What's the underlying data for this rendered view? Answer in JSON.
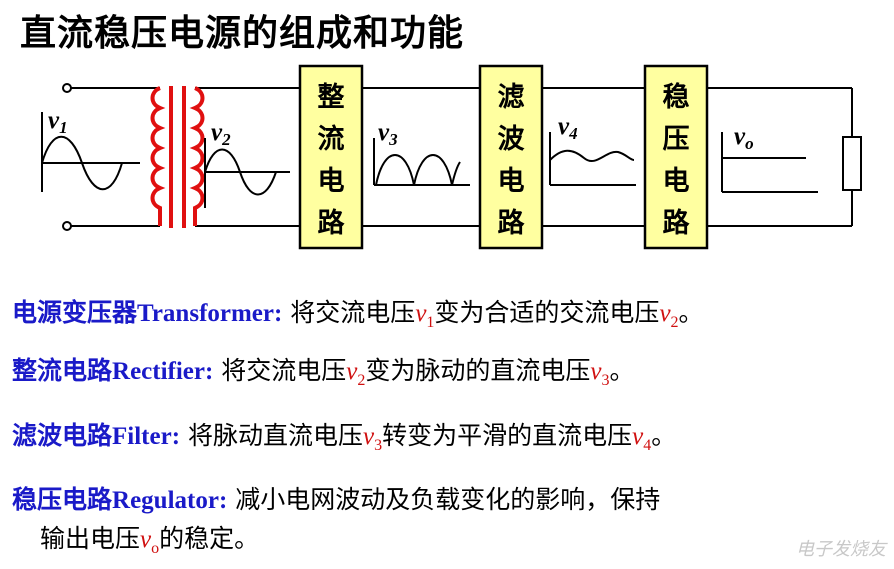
{
  "title": "直流稳压电源的组成和功能",
  "blocks": [
    {
      "id": "rectifier",
      "chars": [
        "整",
        "流",
        "电",
        "路"
      ]
    },
    {
      "id": "filter",
      "chars": [
        "滤",
        "波",
        "电",
        "路"
      ]
    },
    {
      "id": "regulator",
      "chars": [
        "稳",
        "压",
        "电",
        "路"
      ]
    }
  ],
  "signals": [
    {
      "main": "v",
      "sub": "1"
    },
    {
      "main": "v",
      "sub": "2"
    },
    {
      "main": "v",
      "sub": "3"
    },
    {
      "main": "v",
      "sub": "4"
    },
    {
      "main": "v",
      "sub": "o"
    }
  ],
  "descriptions": [
    {
      "term": "电源变压器",
      "english": "Transformer",
      "colon": ":",
      "text1": "将交流电压",
      "s1": "v",
      "s1sub": "1",
      "text2": "变为合适的交流电压",
      "s2": "v",
      "s2sub": "2",
      "end": "。"
    },
    {
      "term": "整流电路",
      "english": "Rectifier",
      "colon": ":",
      "text1": "将交流电压",
      "s1": "v",
      "s1sub": "2",
      "text2": "变为脉动的直流电压",
      "s2": "v",
      "s2sub": "3",
      "end": "。"
    },
    {
      "term": "滤波电路",
      "english": "Filter",
      "colon": ":",
      "text1": "将脉动直流电压",
      "s1": "v",
      "s1sub": "3",
      "text2": "转变为平滑的直流电压",
      "s2": "v",
      "s2sub": "4",
      "end": "。"
    },
    {
      "term": "稳压电路",
      "english": "Regulator",
      "colon": ":",
      "text1": "减小电网波动及负载变化的影响，保持",
      "line2_pre": "输出电压",
      "s1": "v",
      "s1sub": "o",
      "text2": "的稳定",
      "end": "。"
    }
  ],
  "watermark": "电子发烧友",
  "colors": {
    "block_fill": "#ffffa0",
    "block_border": "#000000",
    "transformer": "#e01010",
    "term": "#1a1ac8",
    "symbol": "#d01010"
  }
}
